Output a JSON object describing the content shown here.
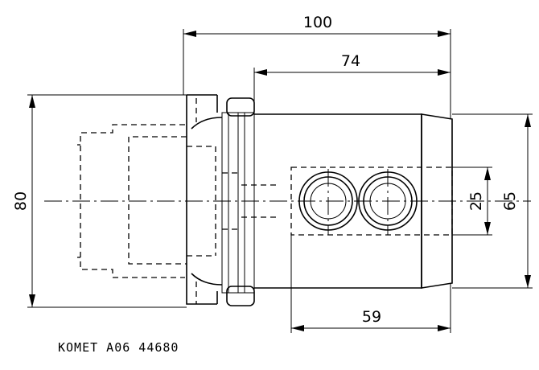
{
  "dimensions": {
    "overall_length": "100",
    "body_length": "74",
    "bore_length": "59",
    "inner_height": "25",
    "body_height": "65",
    "shank_height": "80"
  },
  "caption": "KOMET A06 44680"
}
